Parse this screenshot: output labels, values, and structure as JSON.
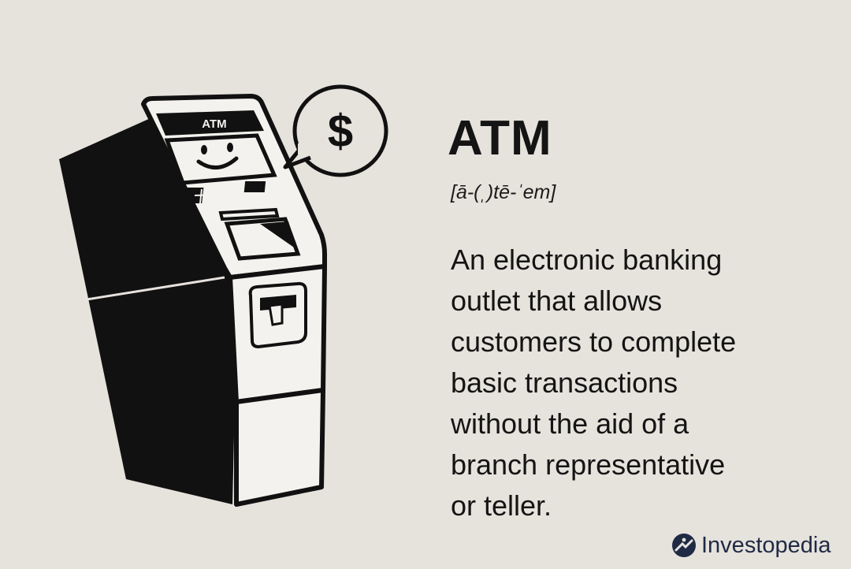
{
  "illustration": {
    "machine_label": "ATM",
    "bubble_symbol": "$",
    "icon": "atm-machine-icon"
  },
  "term": {
    "title": "ATM",
    "pronunciation": "[ā-(ˌ)tē-ˈem]",
    "definition_lines": [
      "An electronic banking",
      "outlet that allows",
      "customers to complete",
      "basic transactions",
      "without the aid of a",
      "branch representative",
      "or teller."
    ]
  },
  "brand": {
    "name": "Investopedia",
    "icon": "investopedia-logo-icon",
    "color": "#1f2a44"
  },
  "colors": {
    "background": "#e6e2dc",
    "ink": "#141414"
  }
}
